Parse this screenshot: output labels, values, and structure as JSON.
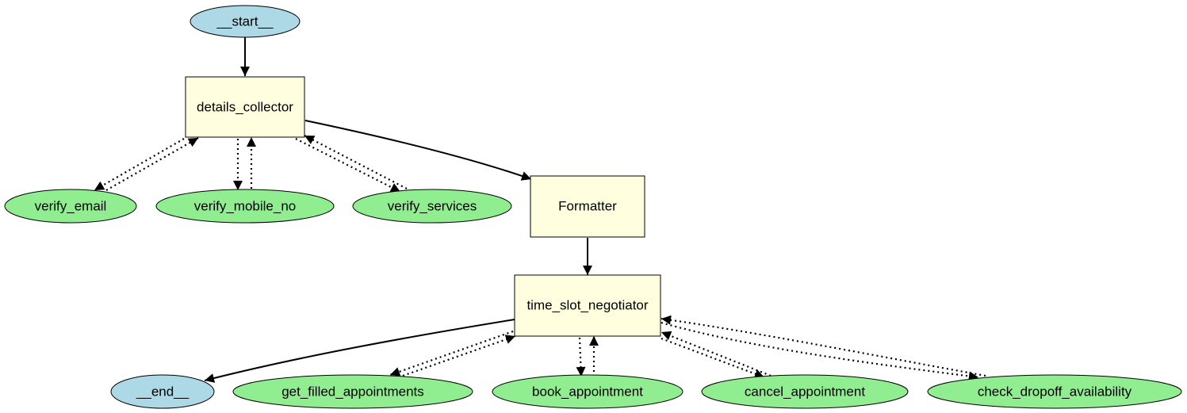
{
  "colors": {
    "terminal_fill": "#add8e6",
    "agent_fill": "#ffffe0",
    "tool_fill": "#90ee90",
    "stroke": "#000000"
  },
  "nodes": {
    "start": {
      "label": "__start__",
      "kind": "terminal"
    },
    "details_collector": {
      "label": "details_collector",
      "kind": "agent"
    },
    "verify_email": {
      "label": "verify_email",
      "kind": "tool"
    },
    "verify_mobile_no": {
      "label": "verify_mobile_no",
      "kind": "tool"
    },
    "verify_services": {
      "label": "verify_services",
      "kind": "tool"
    },
    "formatter": {
      "label": "Formatter",
      "kind": "agent"
    },
    "time_slot_negotiator": {
      "label": "time_slot_negotiator",
      "kind": "agent"
    },
    "end": {
      "label": "__end__",
      "kind": "terminal"
    },
    "get_filled_appointments": {
      "label": "get_filled_appointments",
      "kind": "tool"
    },
    "book_appointment": {
      "label": "book_appointment",
      "kind": "tool"
    },
    "cancel_appointment": {
      "label": "cancel_appointment",
      "kind": "tool"
    },
    "check_dropoff_availability": {
      "label": "check_dropoff_availability",
      "kind": "tool"
    }
  },
  "edges": [
    {
      "from": "start",
      "to": "details_collector",
      "style": "solid"
    },
    {
      "from": "details_collector",
      "to": "formatter",
      "style": "solid"
    },
    {
      "from": "formatter",
      "to": "time_slot_negotiator",
      "style": "solid"
    },
    {
      "from": "time_slot_negotiator",
      "to": "end",
      "style": "solid"
    },
    {
      "from": "details_collector",
      "to": "verify_email",
      "style": "dotted"
    },
    {
      "from": "verify_email",
      "to": "details_collector",
      "style": "dotted"
    },
    {
      "from": "details_collector",
      "to": "verify_mobile_no",
      "style": "dotted"
    },
    {
      "from": "verify_mobile_no",
      "to": "details_collector",
      "style": "dotted"
    },
    {
      "from": "details_collector",
      "to": "verify_services",
      "style": "dotted"
    },
    {
      "from": "verify_services",
      "to": "details_collector",
      "style": "dotted"
    },
    {
      "from": "time_slot_negotiator",
      "to": "get_filled_appointments",
      "style": "dotted"
    },
    {
      "from": "get_filled_appointments",
      "to": "time_slot_negotiator",
      "style": "dotted"
    },
    {
      "from": "time_slot_negotiator",
      "to": "book_appointment",
      "style": "dotted"
    },
    {
      "from": "book_appointment",
      "to": "time_slot_negotiator",
      "style": "dotted"
    },
    {
      "from": "time_slot_negotiator",
      "to": "cancel_appointment",
      "style": "dotted"
    },
    {
      "from": "cancel_appointment",
      "to": "time_slot_negotiator",
      "style": "dotted"
    },
    {
      "from": "time_slot_negotiator",
      "to": "check_dropoff_availability",
      "style": "dotted"
    },
    {
      "from": "check_dropoff_availability",
      "to": "time_slot_negotiator",
      "style": "dotted"
    }
  ]
}
